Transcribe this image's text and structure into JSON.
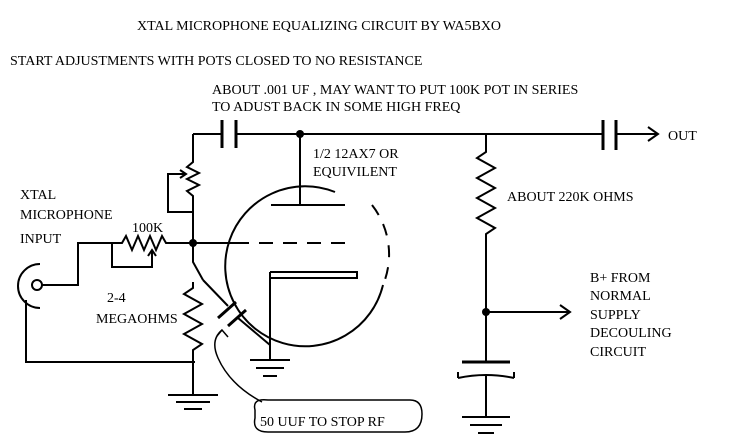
{
  "title": "XTAL MICROPHONE EQUALIZING CIRCUIT BY WA5BXO",
  "subtitle": "START ADJUSTMENTS WITH POTS CLOSED TO NO RESISTANCE",
  "labels": {
    "cap_note_line1": "ABOUT .001 UF , MAY WANT TO PUT 100K POT IN SERIES",
    "cap_note_line2": "TO ADUST BACK IN SOME HIGH FREQ",
    "out": "OUT",
    "tube_line1": "1/2 12AX7 OR",
    "tube_line2": "EQUIVILENT",
    "plate_resistor": "ABOUT 220K OHMS",
    "input_line1": "XTAL",
    "input_line2": "MICROPHONE",
    "input_line3": "INPUT",
    "input_pot": "100K",
    "grid_resistor_line1": "2-4",
    "grid_resistor_line2": "MEGAOHMS",
    "bplus_line1": "B+ FROM",
    "bplus_line2": "NORMAL",
    "bplus_line3": "SUPPLY",
    "bplus_line4": "DECOULING",
    "bplus_line5": "CIRCUIT",
    "rf_cap": "50 UUF TO STOP RF"
  }
}
